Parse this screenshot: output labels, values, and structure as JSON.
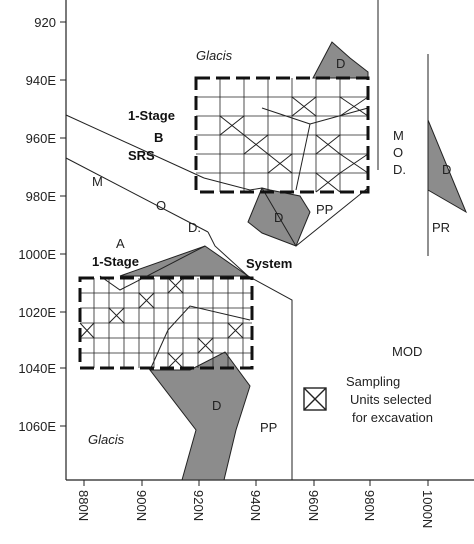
{
  "axes": {
    "y_ticks": [
      "920",
      "940E",
      "960E",
      "980E",
      "1000E",
      "1020E",
      "1040E",
      "1060E"
    ],
    "x_ticks": [
      "880N",
      "900N",
      "920N",
      "940N",
      "960N",
      "980N",
      "1000N"
    ]
  },
  "labels": {
    "glacis_top": "Glacis",
    "glacis_bottom": "Glacis",
    "stage_b_line1": "1-Stage",
    "stage_b_line2": "B",
    "stage_b_line3": "SRS",
    "stage_a_letter": "A",
    "stage_a_text": "1-Stage",
    "system": "System",
    "mod_road": [
      "M",
      "O",
      "D."
    ],
    "mod_vertical": [
      "M",
      "O",
      "D."
    ],
    "mod_main": "MOD",
    "pp_upper": "PP",
    "pp_lower": "PP",
    "pr": "PR",
    "d_marks": [
      "D",
      "D",
      "D",
      "D"
    ]
  },
  "legend": {
    "title": "Sampling",
    "line2": "Units selected",
    "line3": "for excavation"
  },
  "colors": {
    "shaded": "#8c8c8c",
    "line": "#222222"
  }
}
